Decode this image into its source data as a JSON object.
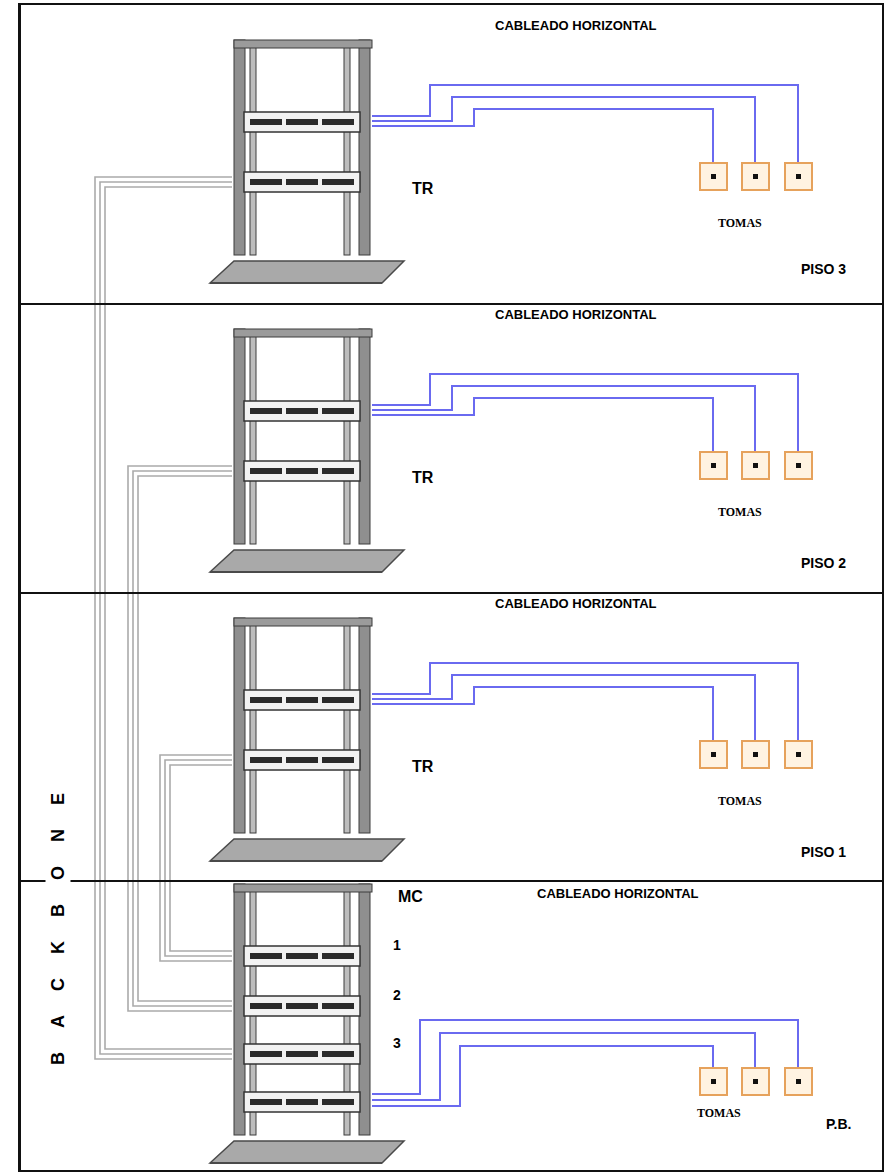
{
  "diagram": {
    "nodes": [
      {
        "text": [
          "PISO 3"
        ]
      },
      {
        "text": [
          "TR"
        ],
        "in": 0
      },
      {
        "text": [
          "PISO 2"
        ]
      },
      {
        "text": [
          "TR"
        ],
        "in": 2
      },
      {
        "text": [
          "PISO 1"
        ]
      },
      {
        "text": [
          "TR"
        ],
        "in": 4
      },
      {
        "text": [
          "P.B."
        ]
      },
      {
        "text": [
          "MC"
        ],
        "in": 6
      }
    ],
    "edges": [
      {
        "from": 1,
        "to": 7,
        "arrow": "none"
      },
      {
        "from": 3,
        "to": 7,
        "arrow": "none"
      },
      {
        "from": 5,
        "to": 7,
        "arrow": "none"
      }
    ],
    "labels": [
      "CABLEADO HORIZONTAL",
      "TOMAS",
      "CABLEADO HORIZONTAL",
      "TOMAS",
      "CABLEADO HORIZONTAL",
      "TOMAS",
      "CABLEADO HORIZONTAL",
      "1",
      "2",
      "3",
      "TOMAS",
      "BACKBONE"
    ]
  }
}
